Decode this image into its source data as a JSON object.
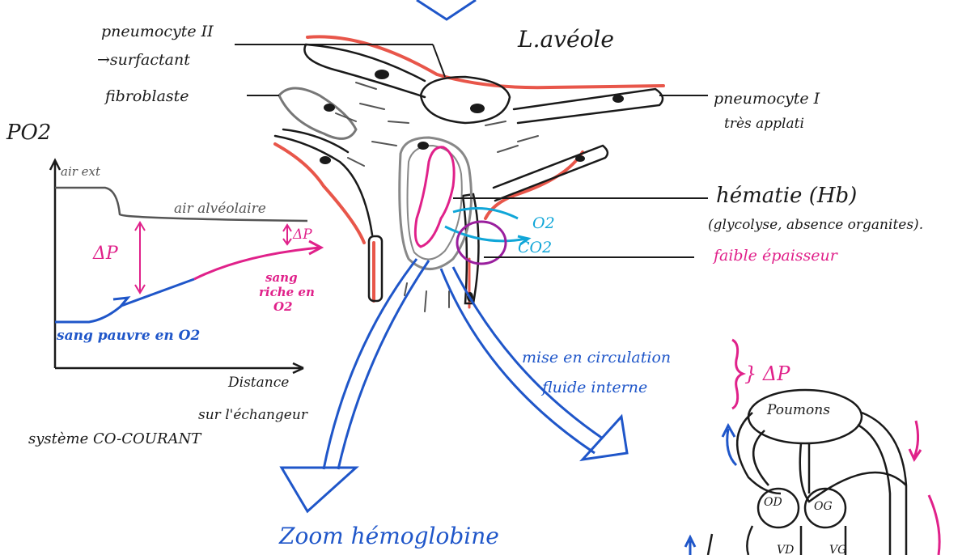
{
  "colors": {
    "ink": "#1a1a1a",
    "blue": "#1f56c9",
    "magenta": "#e0218a",
    "red": "#e8564a",
    "cyan": "#10a6d8",
    "purple": "#9a1f9e",
    "gray": "#777777"
  },
  "title": "L.avéole",
  "labels": {
    "pneumocyte2": "pneumocyte II",
    "surfactant": "→surfactant",
    "fibroblaste": "fibroblaste",
    "pneumocyte1": "pneumocyte I",
    "tres_applati": "très applati",
    "hematie": "hématie (Hb)",
    "glycolyse": "(glycolyse, absence organites).",
    "faible_epaisseur": "faible épaisseur",
    "o2": "O2",
    "co2": "CO2",
    "mise_circulation": "mise en circulation",
    "fluide_interne": "fluide interne",
    "delta_p_right": "} ΔP",
    "zoom": "Zoom hémoglobine"
  },
  "graph": {
    "ylabel": "PO2",
    "air_ext": "air ext",
    "air_alveolaire": "air alvéolaire",
    "delta_p": "ΔP",
    "delta_p_small": "ΔP",
    "sang_riche_1": "sang",
    "sang_riche_2": "riche en",
    "sang_riche_3": "O2",
    "sang_pauvre": "sang pauvre en O2",
    "xlabel_1": "Distance",
    "xlabel_2": "sur l'échangeur",
    "systeme": "système CO-COURANT"
  },
  "heart": {
    "poumons": "Poumons",
    "od": "OD",
    "dg": "OG",
    "vd": "VD",
    "vg": "VG"
  }
}
